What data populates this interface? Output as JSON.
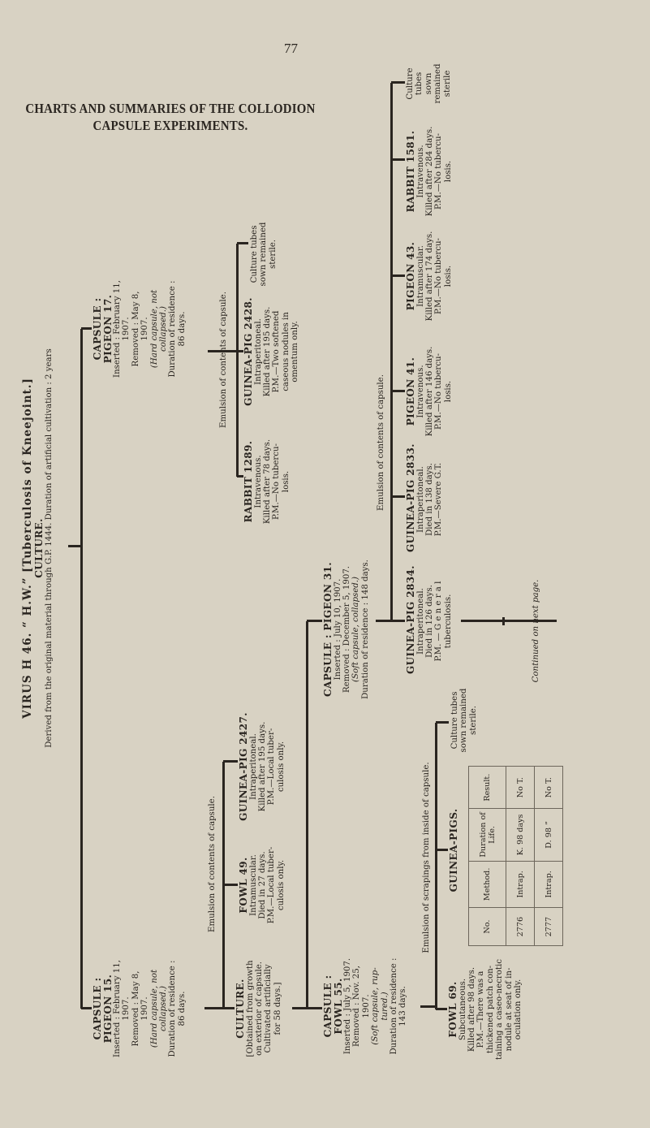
{
  "page_number": "77",
  "heading": {
    "line1": "CHARTS AND SUMMARIES OF THE COLLODION",
    "line2": "CAPSULE EXPERIMENTS."
  },
  "nodes": {
    "virus": {
      "lines": [
        {
          "t": "VIRUS H 46.   “ H.W.”   [Tuberculosis of Kneejoint.]",
          "k": "title"
        },
        {
          "t": "CULTURE.",
          "k": "head"
        },
        {
          "t": "Derived from the original material through G.P. 1444.   Duration of artificial cultivation : 2 years",
          "k": "body"
        }
      ]
    },
    "pigeon15": {
      "lines": [
        {
          "t": "CAPSULE :",
          "k": "head"
        },
        {
          "t": "PIGEON 15.",
          "k": "head"
        },
        {
          "t": "Inserted : February 11,",
          "k": "body"
        },
        {
          "t": "1907.",
          "k": "body"
        },
        {
          "t": "Removed : May 8,",
          "k": "body"
        },
        {
          "t": "1907.",
          "k": "body"
        },
        {
          "t": "(Hard capsule, not",
          "k": "em"
        },
        {
          "t": "collapsed.)",
          "k": "em"
        },
        {
          "t": "Duration of residence :",
          "k": "body"
        },
        {
          "t": "86 days.",
          "k": "body"
        }
      ]
    },
    "pigeon17": {
      "lines": [
        {
          "t": "CAPSULE :",
          "k": "head"
        },
        {
          "t": "PIGEON 17.",
          "k": "head"
        },
        {
          "t": "Inserted : February 11,",
          "k": "body"
        },
        {
          "t": "1907.",
          "k": "body"
        },
        {
          "t": "Removed : May 8,",
          "k": "body"
        },
        {
          "t": "1907.",
          "k": "body"
        },
        {
          "t": "(Hard capsule, not",
          "k": "em"
        },
        {
          "t": "collapsed.)",
          "k": "em"
        },
        {
          "t": "Duration of residence :",
          "k": "body"
        },
        {
          "t": "86 days.",
          "k": "body"
        }
      ]
    },
    "emulsion15": {
      "lines": [
        {
          "t": "Emulsion of contents of capsule.",
          "k": "body"
        }
      ]
    },
    "emulsion17": {
      "lines": [
        {
          "t": "Emulsion of contents of capsule.",
          "k": "body"
        }
      ]
    },
    "culture15": {
      "lines": [
        {
          "t": "CULTURE.",
          "k": "head"
        },
        {
          "t": "[Obtained from growth",
          "k": "body"
        },
        {
          "t": "on exterior of capsule.",
          "k": "body"
        },
        {
          "t": "Cultivated artificially",
          "k": "body"
        },
        {
          "t": "for 58 days.]",
          "k": "body"
        }
      ]
    },
    "fowl49": {
      "lines": [
        {
          "t": "FOWL 49.",
          "k": "head"
        },
        {
          "t": "Intramuscular.",
          "k": "body"
        },
        {
          "t": "Died in 27 days.",
          "k": "body"
        },
        {
          "t": "P.M.—Local tuber-",
          "k": "body"
        },
        {
          "t": "culosis only.",
          "k": "body"
        }
      ]
    },
    "gp2427": {
      "lines": [
        {
          "t": "GUINEA-PIG 2427.",
          "k": "head"
        },
        {
          "t": "Intraperitoneal.",
          "k": "body"
        },
        {
          "t": "Killed after 195 days.",
          "k": "body"
        },
        {
          "t": "P.M.—Local tuber-",
          "k": "body"
        },
        {
          "t": "culosis only.",
          "k": "body"
        }
      ]
    },
    "rabbit1289": {
      "lines": [
        {
          "t": "RABBIT 1289.",
          "k": "head"
        },
        {
          "t": "Intravenous.",
          "k": "body"
        },
        {
          "t": "Killed after 78 days.",
          "k": "body"
        },
        {
          "t": "P.M.—No tubercu-",
          "k": "body"
        },
        {
          "t": "losis.",
          "k": "body"
        }
      ]
    },
    "gp2428": {
      "lines": [
        {
          "t": "GUINEA-PIG 2428.",
          "k": "head"
        },
        {
          "t": "Intraperitoneal.",
          "k": "body"
        },
        {
          "t": "Killed after 195 days.",
          "k": "body"
        },
        {
          "t": "P.M.—Two softened",
          "k": "body"
        },
        {
          "t": "caseous nodules in",
          "k": "body"
        },
        {
          "t": "omentum only.",
          "k": "body"
        }
      ]
    },
    "culture17": {
      "lines": [
        {
          "t": "Culture tubes",
          "k": "body"
        },
        {
          "t": "sown remained",
          "k": "body"
        },
        {
          "t": "sterile.",
          "k": "body"
        }
      ]
    },
    "fowl55": {
      "lines": [
        {
          "t": "CAPSULE :",
          "k": "head"
        },
        {
          "t": "FOWL 55.",
          "k": "head"
        },
        {
          "t": "Inserted : July 5, 1907.",
          "k": "body"
        },
        {
          "t": "Removed : Nov. 25,",
          "k": "body"
        },
        {
          "t": "1907.",
          "k": "body"
        },
        {
          "t": "(Soft capsule, rup-",
          "k": "em"
        },
        {
          "t": "tured.)",
          "k": "em"
        },
        {
          "t": "Duration of residence :",
          "k": "body"
        },
        {
          "t": "143 days.",
          "k": "body"
        }
      ]
    },
    "pigeon31": {
      "lines": [
        {
          "t": "CAPSULE : PIGEON 31.",
          "k": "head"
        },
        {
          "t": "Inserted : July 10, 1907.",
          "k": "body"
        },
        {
          "t": "Removed : December 5, 1907.",
          "k": "body"
        },
        {
          "t": "(Soft capsule, collapsed.)",
          "k": "em"
        },
        {
          "t": "Duration of residence : 148 days.",
          "k": "body"
        }
      ]
    },
    "emulsion31": {
      "lines": [
        {
          "t": "Emulsion of contents of capsule.",
          "k": "body"
        }
      ]
    },
    "gp2834": {
      "lines": [
        {
          "t": "GUINEA-PIG 2834.",
          "k": "head"
        },
        {
          "t": "Intraperitoneal.",
          "k": "body"
        },
        {
          "t": "Died in 126 days.",
          "k": "body"
        },
        {
          "t": "P.M. — G e n e r a l",
          "k": "body"
        },
        {
          "t": "tuberculosis.",
          "k": "body"
        }
      ]
    },
    "gp2833": {
      "lines": [
        {
          "t": "GUINEA-PIG 2833.",
          "k": "head"
        },
        {
          "t": "Intraperitoneal.",
          "k": "body"
        },
        {
          "t": "Died in 138 days.",
          "k": "body"
        },
        {
          "t": "P.M.—Severe G.T.",
          "k": "body"
        }
      ]
    },
    "pigeon41": {
      "lines": [
        {
          "t": "PIGEON 41.",
          "k": "head"
        },
        {
          "t": "Intravenous.",
          "k": "body"
        },
        {
          "t": "Killed after 146 days.",
          "k": "body"
        },
        {
          "t": "P.M.—No tubercu-",
          "k": "body"
        },
        {
          "t": "losis.",
          "k": "body"
        }
      ]
    },
    "pigeon43": {
      "lines": [
        {
          "t": "PIGEON 43.",
          "k": "head"
        },
        {
          "t": "Intramuscular.",
          "k": "body"
        },
        {
          "t": "Killed after 174 days.",
          "k": "body"
        },
        {
          "t": "P.M.—No tubercu-",
          "k": "body"
        },
        {
          "t": "losis.",
          "k": "body"
        }
      ]
    },
    "rabbit1581": {
      "lines": [
        {
          "t": "RABBIT 1581.",
          "k": "head"
        },
        {
          "t": "Intravenous.",
          "k": "body"
        },
        {
          "t": "Killed after 284 days.",
          "k": "body"
        },
        {
          "t": "P.M.—No tubercu-",
          "k": "body"
        },
        {
          "t": "losis.",
          "k": "body"
        }
      ]
    },
    "culture31": {
      "lines": [
        {
          "t": "Culture",
          "k": "body"
        },
        {
          "t": "tubes",
          "k": "body"
        },
        {
          "t": "sown",
          "k": "body"
        },
        {
          "t": "remained",
          "k": "body"
        },
        {
          "t": "sterile",
          "k": "body"
        }
      ]
    },
    "emulsion55": {
      "lines": [
        {
          "t": "Emulsion of scrapings from inside of capsule.",
          "k": "body"
        }
      ]
    },
    "fowl69": {
      "lines": [
        {
          "t": "FOWL 69.",
          "k": "head"
        },
        {
          "t": "Subcutaneous.",
          "k": "body"
        },
        {
          "t": "Killed after 98 days.",
          "k": "body"
        },
        {
          "t": "P.M.—There was a",
          "k": "body"
        },
        {
          "t": "thickened patch con-",
          "k": "body"
        },
        {
          "t": "taining a caseo-necrotic",
          "k": "body"
        },
        {
          "t": "nodule at seat of in-",
          "k": "body"
        },
        {
          "t": "oculation only.",
          "k": "body"
        }
      ]
    },
    "gpigs": {
      "lines": [
        {
          "t": "GUINEA-PIGS.",
          "k": "head"
        }
      ]
    },
    "culture55": {
      "lines": [
        {
          "t": "Culture tubes",
          "k": "body"
        },
        {
          "t": "sown remained",
          "k": "body"
        },
        {
          "t": "sterile.",
          "k": "body"
        }
      ]
    },
    "continued": {
      "lines": [
        {
          "t": "Continued on next page.",
          "k": "em"
        }
      ]
    }
  },
  "guinea_pig_table": {
    "headers": [
      "No.",
      "Method.",
      "Duration of Life.",
      "Result."
    ],
    "rows": [
      [
        "2776",
        "Intrap.",
        "K. 98 days",
        "No T."
      ],
      [
        "2777",
        "Intrap.",
        "D. 98  ”",
        "No T."
      ]
    ]
  }
}
